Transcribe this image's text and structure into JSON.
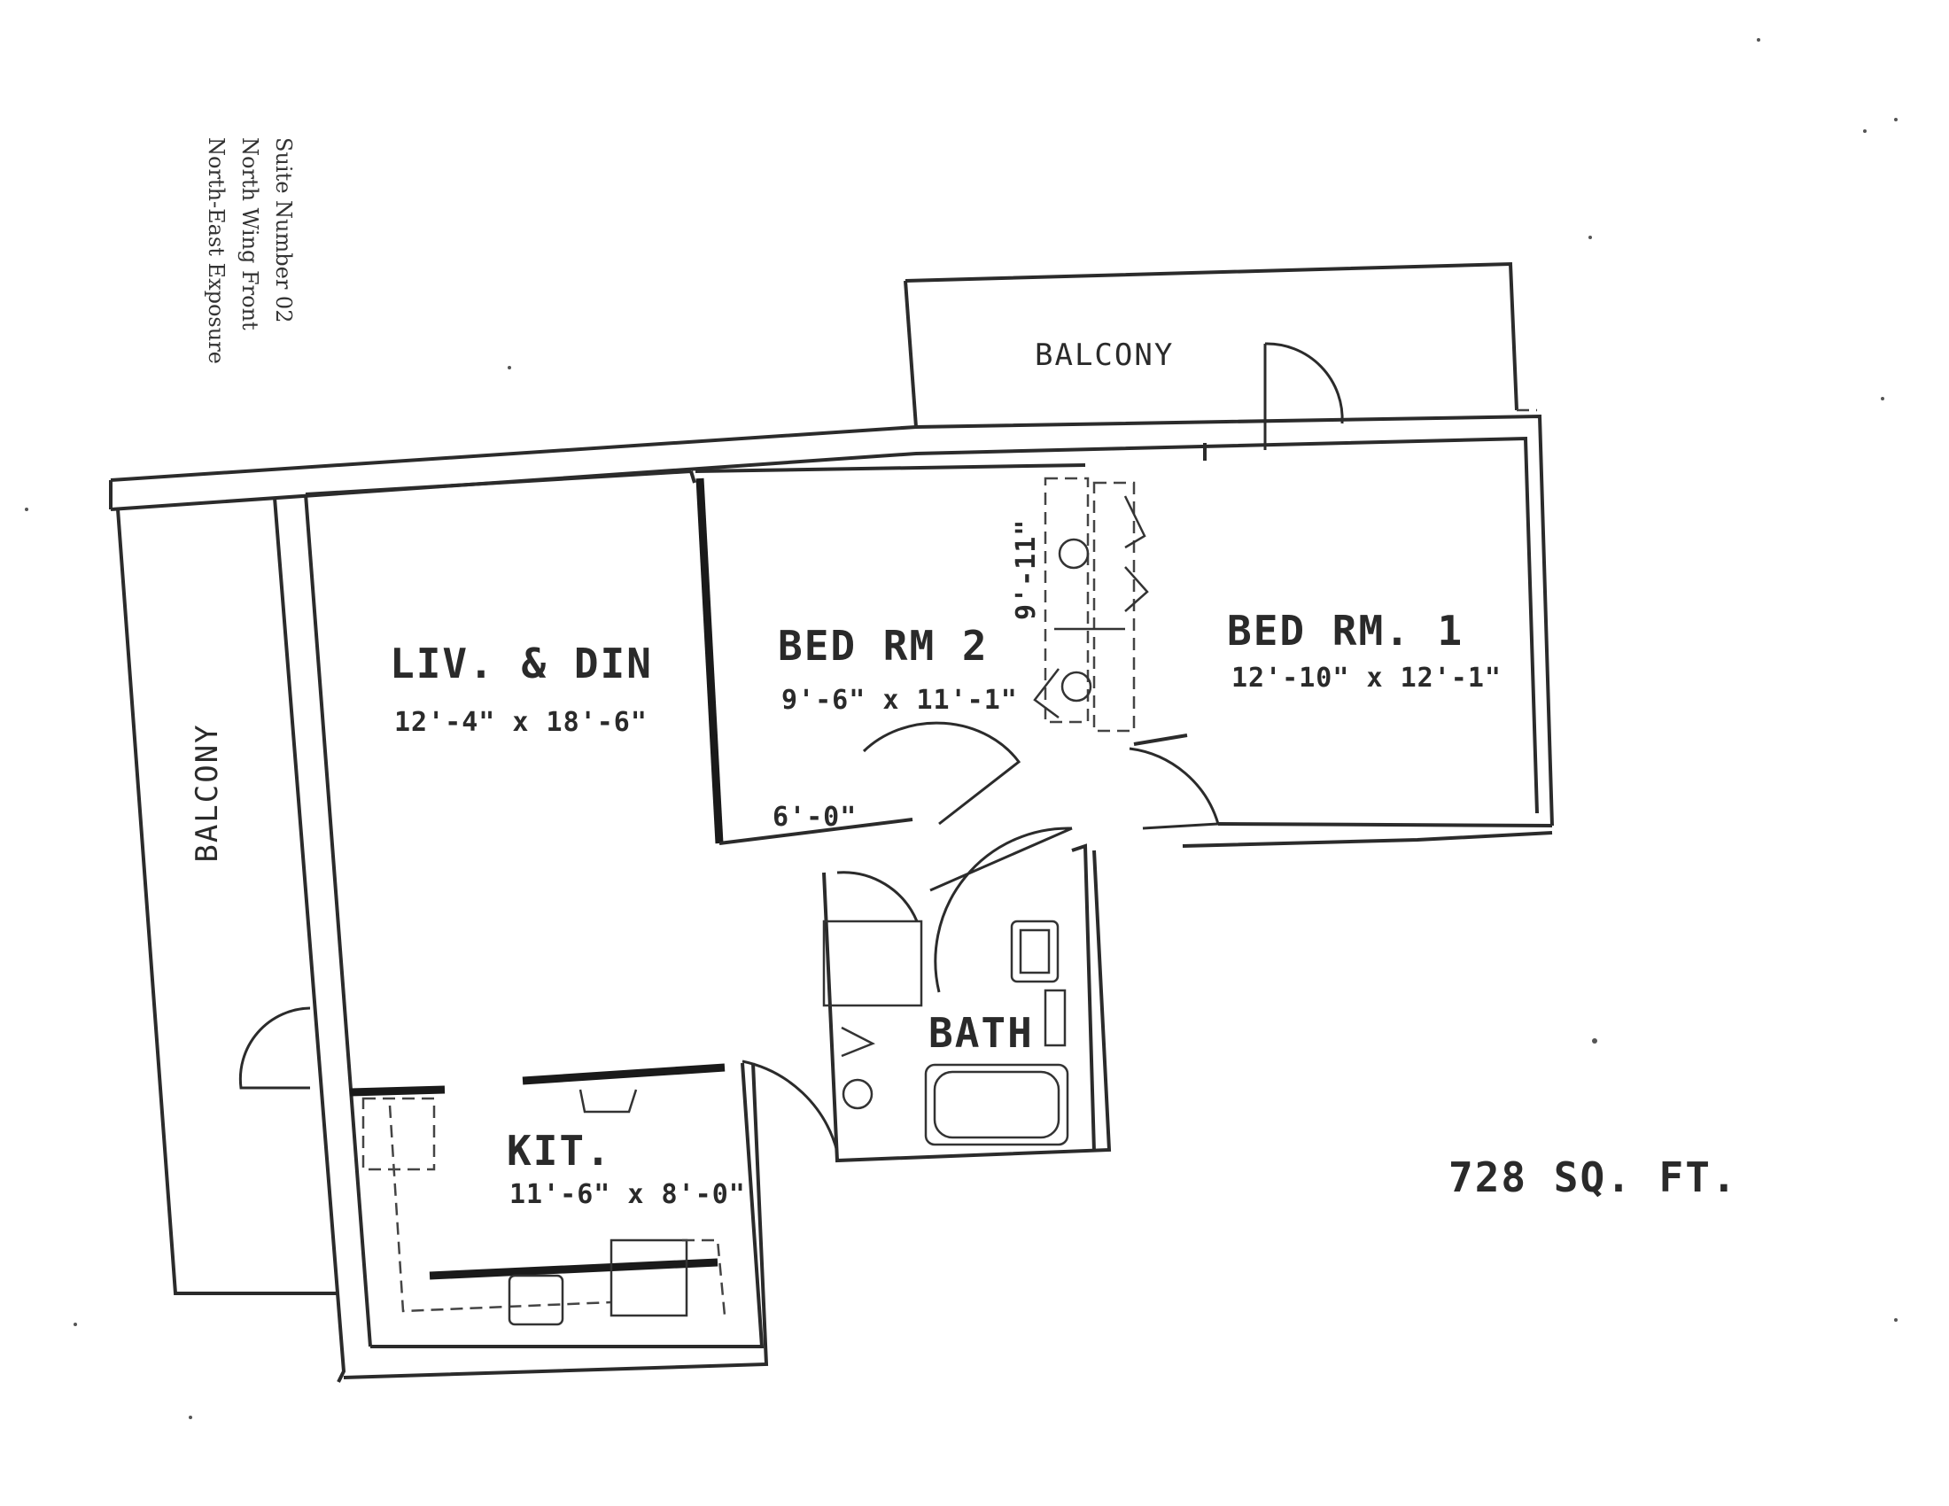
{
  "suite_info": {
    "line1": "Suite Number 02",
    "line2": "North Wing Front",
    "line3": "North-East Exposure"
  },
  "rooms": {
    "balcony_top": "BALCONY",
    "balcony_left": "BALCONY",
    "living": {
      "name": "LIV. & DIN",
      "dims": "12'-4\" x 18'-6\""
    },
    "bed2": {
      "name": "BED RM 2",
      "dims": "9'-6\" x 11'-1\"",
      "closet": "6'-0\""
    },
    "bed1": {
      "name": "BED RM. 1",
      "dims": "12'-10\" x 12'-1\""
    },
    "closet_dim": "9'-11\"",
    "kitchen": {
      "name": "KIT.",
      "dims": "11'-6\" x 8'-0\""
    },
    "bath": "BATH"
  },
  "area": "728 SQ. FT."
}
